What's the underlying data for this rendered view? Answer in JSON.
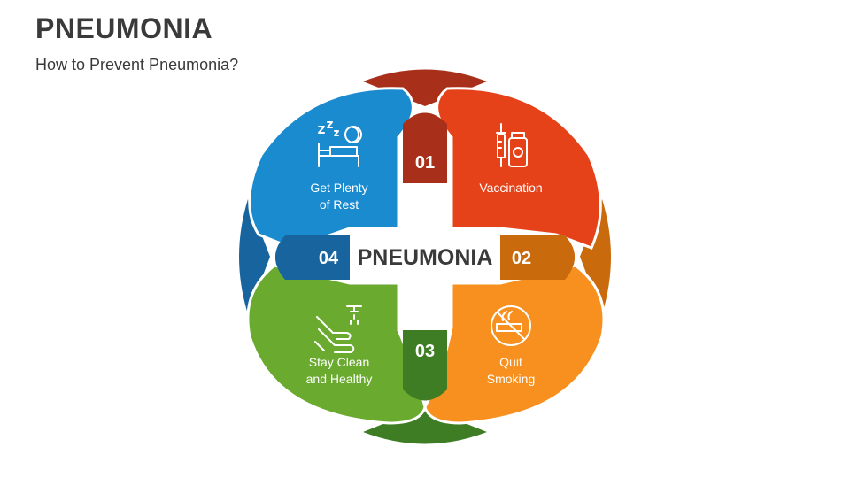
{
  "header": {
    "title": "PNEUMONIA",
    "subtitle": "How to Prevent Pneumonia?"
  },
  "diagram": {
    "center_label": "PNEUMONIA",
    "items": [
      {
        "number": "01",
        "line1": "Vaccination",
        "line2": "",
        "icon": "vaccine-icon",
        "color": "#e64219",
        "dark": "#a8301a"
      },
      {
        "number": "02",
        "line1": "Quit",
        "line2": "Smoking",
        "icon": "no-smoking-icon",
        "color": "#f7901e",
        "dark": "#c96a0c"
      },
      {
        "number": "03",
        "line1": "Stay Clean",
        "line2": "and Healthy",
        "icon": "hand-wash-icon",
        "color": "#6aaa2f",
        "dark": "#3e7d24"
      },
      {
        "number": "04",
        "line1": "Get Plenty",
        "line2": "of Rest",
        "icon": "sleep-bed-icon",
        "color": "#1b8bd0",
        "dark": "#17649f"
      }
    ]
  }
}
